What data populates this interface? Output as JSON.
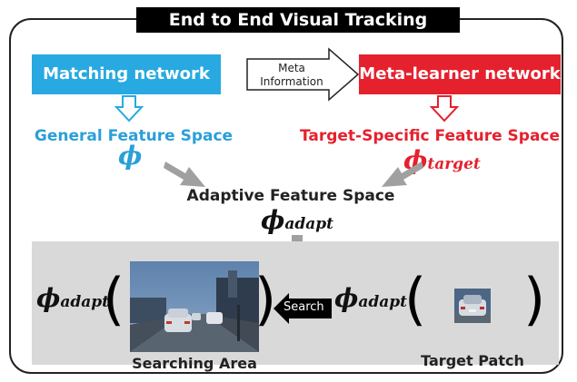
{
  "title": "End to End Visual Tracking System",
  "matching_network": "Matching network",
  "meta_learner_network": "Meta-learner network",
  "meta_info_line1": "Meta",
  "meta_info_line2": "Information",
  "general_space": "General Feature Space",
  "general_symbol": "ϕ",
  "target_space": "Target-Specific Feature Space",
  "target_symbol": "ϕ",
  "target_subscript": "target",
  "adaptive_space": "Adaptive Feature Space",
  "adapt_symbol": "ϕ",
  "adapt_subscript": "adapt",
  "search_label": "Search",
  "searching_area": "Searching Area",
  "target_patch": "Target Patch",
  "colors": {
    "blue": "#28a9e1",
    "red": "#e5212e",
    "gray_panel": "#d9d9d9",
    "title_bg": "#000000"
  }
}
